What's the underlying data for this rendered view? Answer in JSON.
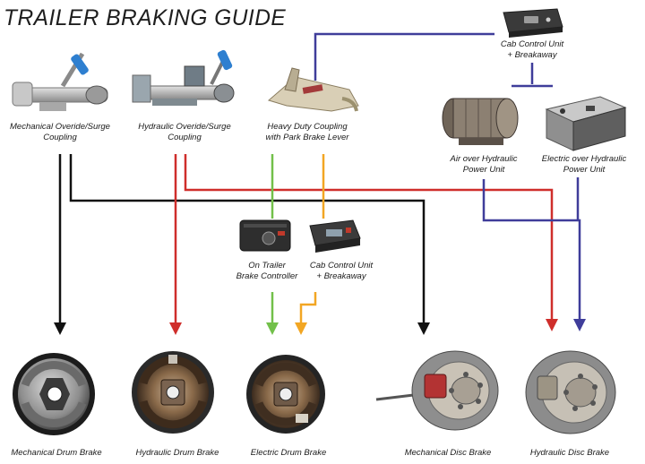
{
  "title": "TRAILER BRAKING GUIDE",
  "couplings": {
    "mechanical": [
      "Mechanical Overide/Surge",
      "Coupling"
    ],
    "hydraulic": [
      "Hydraulic Overide/Surge",
      "Coupling"
    ],
    "heavy_duty": [
      "Heavy Duty Coupling",
      "with Park Brake Lever"
    ]
  },
  "controllers": {
    "top_cab": [
      "Cab Control Unit",
      "+ Breakaway"
    ],
    "on_trailer": [
      "On Trailer",
      "Brake Controller"
    ],
    "cab": [
      "Cab Control Unit",
      "+ Breakaway"
    ]
  },
  "power_units": {
    "air": [
      "Air over Hydraulic",
      "Power Unit"
    ],
    "electric": [
      "Electric over Hydraulic",
      "Power Unit"
    ]
  },
  "brakes": {
    "mechanical_drum": "Mechanical Drum Brake",
    "hydraulic_drum": "Hydraulic Drum Brake",
    "electric_drum": "Electric Drum Brake",
    "mechanical_disc": "Mechanical Disc Brake",
    "hydraulic_disc": "Hydraulic Disc Brake"
  },
  "colors": {
    "mechanical_line": "#111111",
    "hydraulic_line": "#cf2e2b",
    "electric_green": "#72c04a",
    "electric_orange": "#f2a623",
    "power_unit_line": "#3f3d9a"
  }
}
